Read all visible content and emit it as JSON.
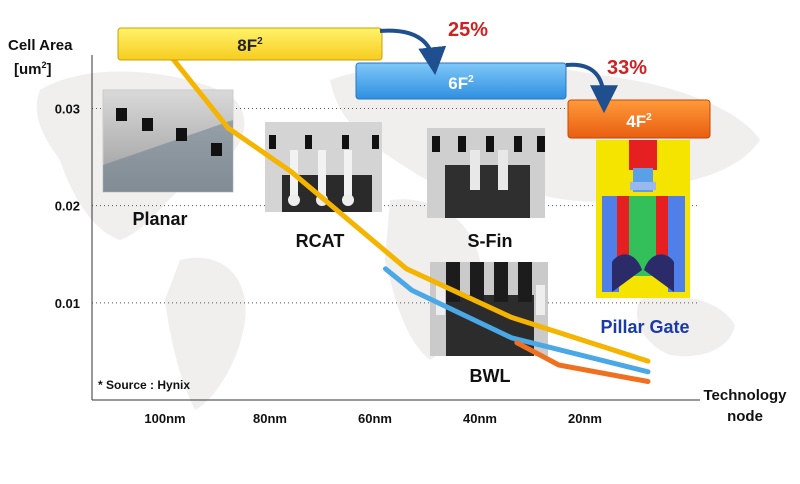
{
  "chart_data": {
    "type": "line",
    "ylabel": "Cell Area",
    "yunit_base": "[um",
    "yunit_sup": "2",
    "yunit_close": "]",
    "xlabel_line1": "Technology",
    "xlabel_line2": "node",
    "source": "* Source : Hynix",
    "yticks": [
      {
        "value": 0.03,
        "label": "0.03"
      },
      {
        "value": 0.02,
        "label": "0.02"
      },
      {
        "value": 0.01,
        "label": "0.01"
      }
    ],
    "ylim": [
      0,
      0.0355
    ],
    "categories": [
      "100nm",
      "80nm",
      "60nm",
      "40nm",
      "20nm"
    ],
    "grid": true,
    "series": [
      {
        "color": "#f5b400",
        "points": [
          [
            -0.05,
            0.0368
          ],
          [
            0.6,
            0.028
          ],
          [
            1.2,
            0.0235
          ],
          [
            2.3,
            0.0135
          ],
          [
            3.3,
            0.0085
          ],
          [
            4.6,
            0.004
          ]
        ]
      },
      {
        "color": "#4aa8e6",
        "points": [
          [
            2.1,
            0.0135
          ],
          [
            2.35,
            0.0113
          ],
          [
            3.3,
            0.0064
          ],
          [
            4.6,
            0.0029
          ]
        ]
      },
      {
        "color": "#f07020",
        "points": [
          [
            3.35,
            0.0059
          ],
          [
            3.75,
            0.0036
          ],
          [
            4.6,
            0.0019
          ]
        ]
      }
    ],
    "cell_bars": [
      {
        "label_base": "8F",
        "label_sup": "2",
        "color_top": "#fff36a",
        "color_bottom": "#f6cc20",
        "text_color": "#222222"
      },
      {
        "label_base": "6F",
        "label_sup": "2",
        "color_top": "#7fc8f8",
        "color_bottom": "#2f8fe0",
        "text_color": "#ffffff"
      },
      {
        "label_base": "4F",
        "label_sup": "2",
        "color_top": "#ff9a3a",
        "color_bottom": "#e85e10",
        "text_color": "#ffffff"
      }
    ],
    "reductions": [
      {
        "label": "25%",
        "color": "#d02020"
      },
      {
        "label": "33%",
        "color": "#d02020"
      }
    ],
    "structures": [
      {
        "label": "Planar",
        "color": "#111111"
      },
      {
        "label": "RCAT",
        "color": "#111111"
      },
      {
        "label": "S-Fin",
        "color": "#111111"
      },
      {
        "label": "BWL",
        "color": "#111111"
      },
      {
        "label": "Pillar Gate",
        "color": "#1a3aa8"
      }
    ]
  }
}
